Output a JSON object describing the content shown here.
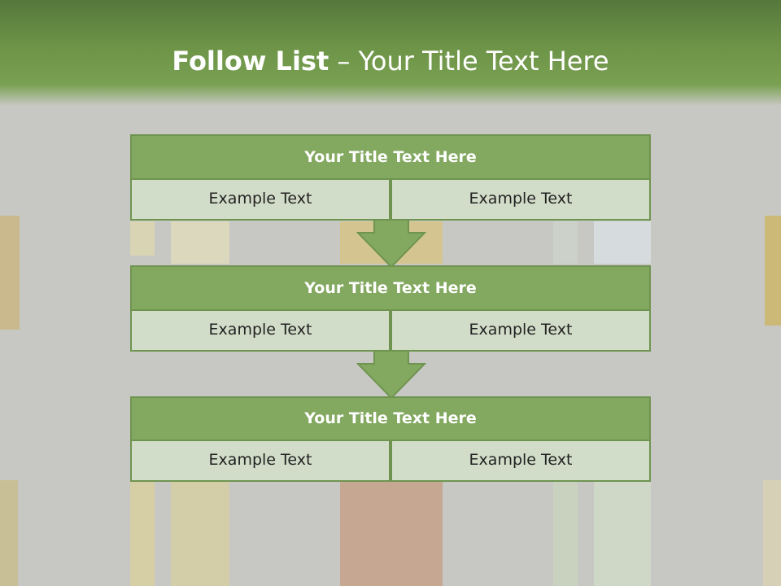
{
  "slide": {
    "title_bold": "Follow List",
    "title_rest": " – Your Title Text Here"
  },
  "blocks": [
    {
      "title": "Your Title Text Here",
      "left": "Example Text",
      "right": "Example Text"
    },
    {
      "title": "Your Title Text Here",
      "left": "Example Text",
      "right": "Example Text"
    },
    {
      "title": "Your Title Text Here",
      "left": "Example Text",
      "right": "Example Text"
    }
  ],
  "colors": {
    "header_green": "#6d9447",
    "block_title": "#83a860",
    "cell_bg": "#d2ddc9",
    "border": "#6f9450"
  }
}
